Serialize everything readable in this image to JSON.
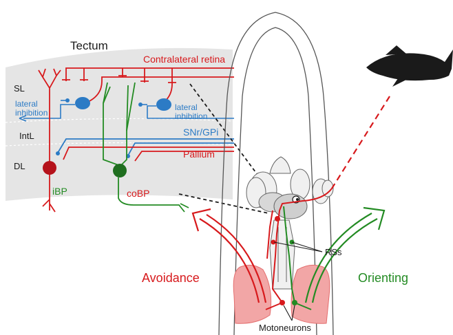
{
  "tectum": {
    "title": "Tectum",
    "layers": {
      "superficial": "SL",
      "intermediate": "IntL",
      "deep": "DL"
    },
    "inhibition_left": [
      "lateral",
      "inhibition"
    ],
    "inhibition_right": [
      "lateral",
      "inhibition"
    ],
    "inputs": {
      "retina": "Contralateral retina",
      "snr_gpi": "SNr/GPi",
      "pallium": "Pallium"
    },
    "cells": {
      "ipsi": "iBP",
      "contra": "coBP"
    }
  },
  "body": {
    "reticulospinal": "RSs",
    "motoneurons": "Motoneurons"
  },
  "behaviors": {
    "left": "Avoidance",
    "right": "Orienting"
  },
  "colors": {
    "red": "#d7191c",
    "green": "#238b23",
    "blue": "#2c7bc5",
    "pink": "#f2a6a6",
    "panel": "#e5e5e5",
    "black": "#1a1a1a"
  }
}
